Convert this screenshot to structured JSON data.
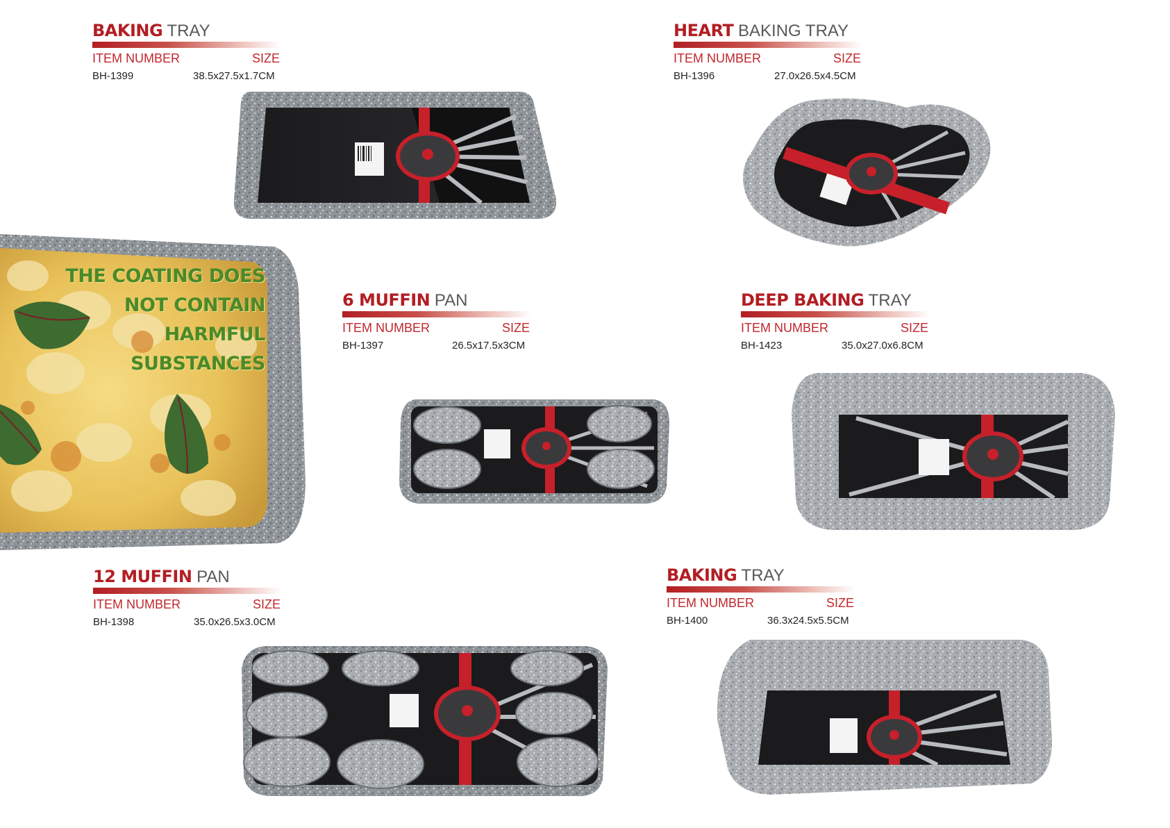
{
  "label_texts": {
    "item_number": "ITEM NUMBER",
    "size": "SIZE"
  },
  "products": [
    {
      "title_bold": "BAKING",
      "title_light": "TRAY",
      "item_number": "BH-1399",
      "size": "38.5x27.5x1.7CM"
    },
    {
      "title_bold": "HEART",
      "title_light": "BAKING TRAY",
      "item_number": "BH-1396",
      "size": "27.0x26.5x4.5CM"
    },
    {
      "title_bold": "6 MUFFIN",
      "title_light": "PAN",
      "item_number": "BH-1397",
      "size": "26.5x17.5x3CM"
    },
    {
      "title_bold": "DEEP BAKING",
      "title_light": "TRAY",
      "item_number": "BH-1423",
      "size": "35.0x27.0x6.8CM"
    },
    {
      "title_bold": "12 MUFFIN",
      "title_light": "PAN",
      "item_number": "BH-1398",
      "size": "35.0x26.5x3.0CM"
    },
    {
      "title_bold": "BAKING",
      "title_light": "TRAY",
      "item_number": "BH-1400",
      "size": "36.3x24.5x5.5CM"
    }
  ],
  "claim": {
    "lines": [
      "THE COATING DOES",
      "NOT CONTAIN",
      "HARMFUL",
      "SUBSTANCES"
    ]
  },
  "colors": {
    "brand_red": "#b21e23",
    "label_red": "#c0272d",
    "claim_green": "#4a8a2a",
    "granite": "#8f9499"
  }
}
